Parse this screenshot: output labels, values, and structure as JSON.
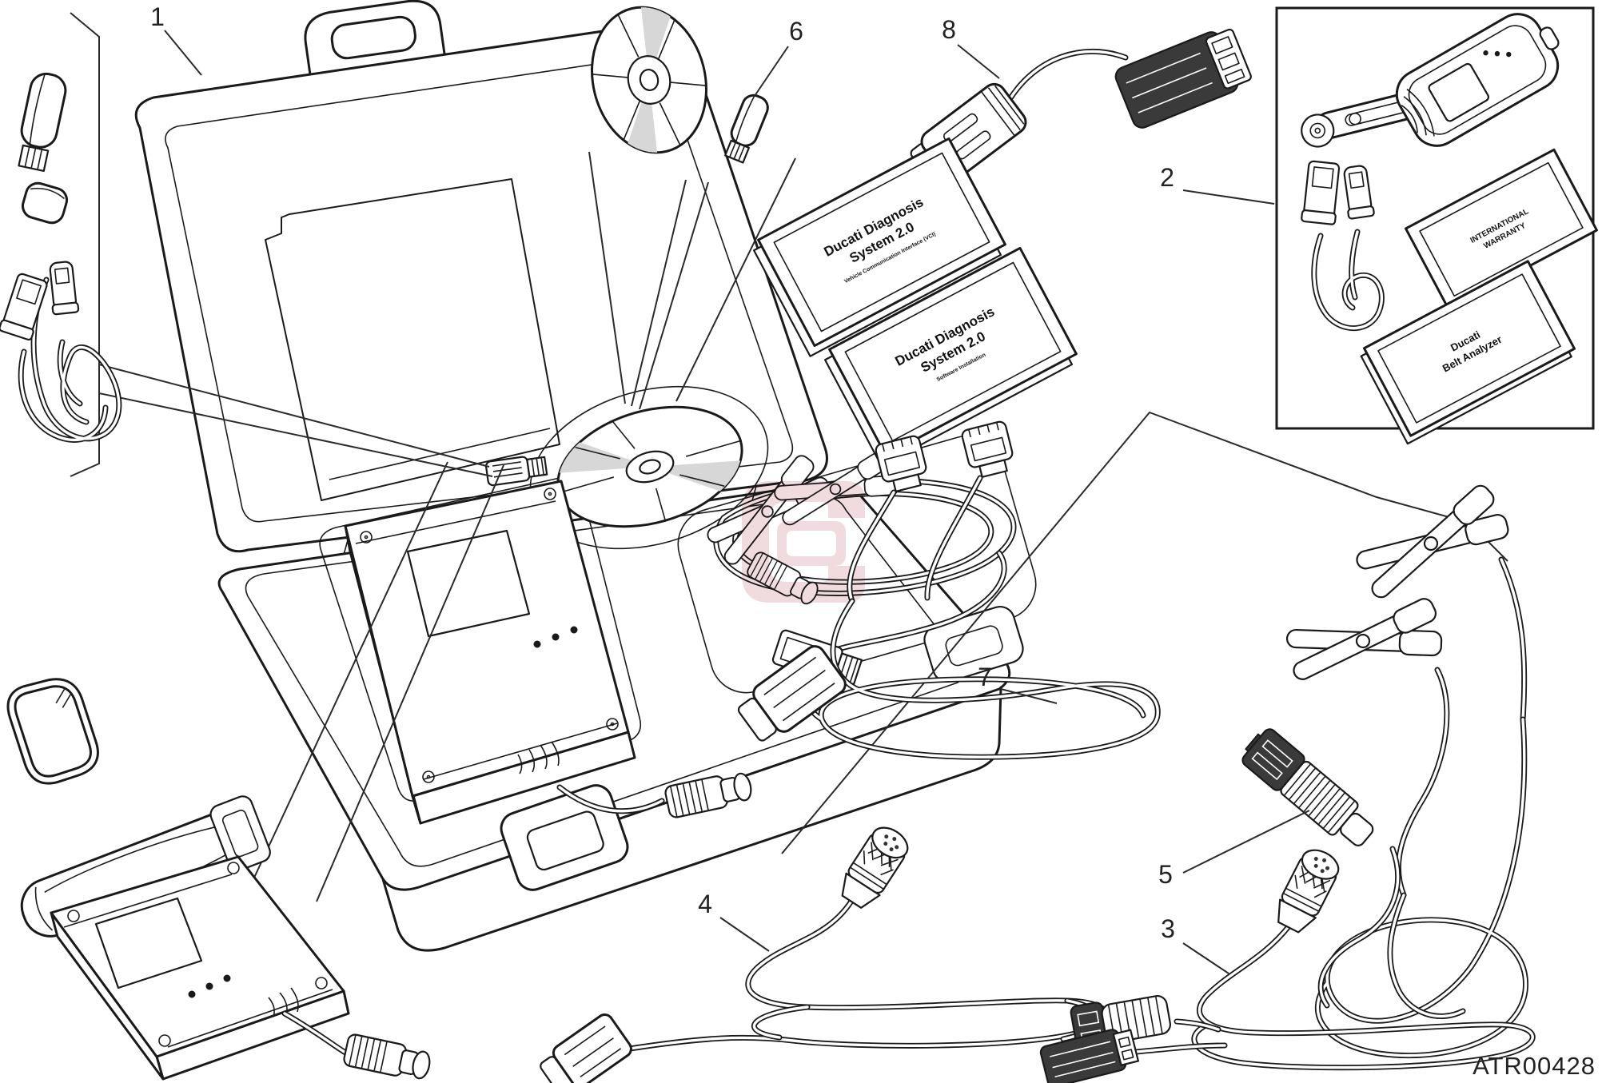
{
  "diagram": {
    "type": "exploded-parts-diagram",
    "subject": "Ducati Diagnosis System 2.0 tester kit",
    "part_code": "ATR00428",
    "watermark": {
      "name": "ducati-logo-watermark",
      "color": "#efd7dc"
    },
    "callouts": {
      "c1": {
        "label": "1",
        "target": "carrying-case-kit"
      },
      "c2": {
        "label": "2",
        "target": "belt-analyzer-kit-box"
      },
      "c3": {
        "label": "3",
        "target": "round-connector-cable"
      },
      "c4": {
        "label": "4",
        "target": "round-connector-cable"
      },
      "c5": {
        "label": "5",
        "target": "battery-clamp-cable"
      },
      "c6": {
        "label": "6",
        "target": "usb-dongle"
      },
      "c7": {
        "label": "7",
        "target": "diagnostic-cable"
      },
      "c8": {
        "label": "8",
        "target": "adapter-cable"
      }
    },
    "manuals": {
      "vci": {
        "line1": "Ducati Diagnosis",
        "line2": "System 2.0",
        "subtitle": "Vehicle Communication Interface (VCI)"
      },
      "software": {
        "line1": "Ducati Diagnosis",
        "line2": "System 2.0",
        "subtitle": "Software Installation"
      },
      "warranty": {
        "line1": "INTERNATIONAL",
        "line2": "WARRANTY"
      },
      "belt": {
        "line1": "Ducati",
        "line2": "Belt Analyzer"
      }
    }
  }
}
